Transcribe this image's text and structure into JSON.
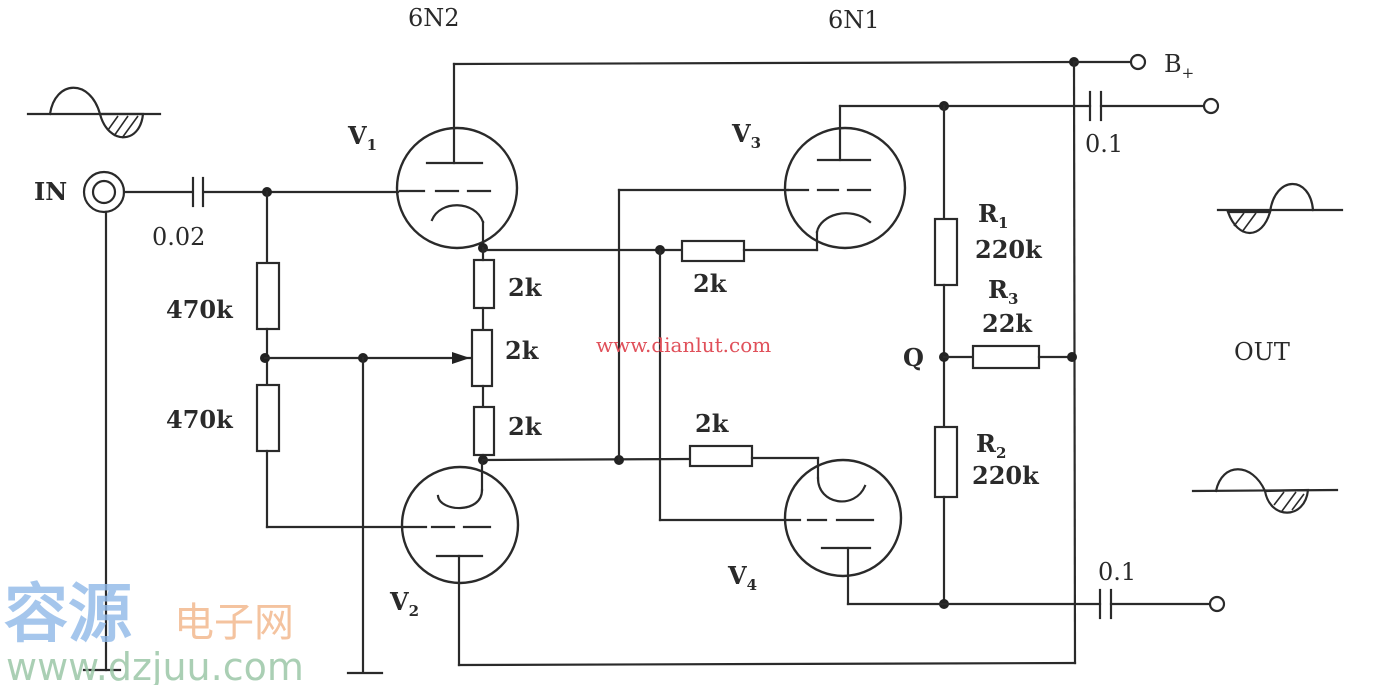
{
  "tubes": {
    "v1": {
      "name": "V",
      "sub": "1",
      "type": "6N2"
    },
    "v2": {
      "name": "V",
      "sub": "2"
    },
    "v3": {
      "name": "V",
      "sub": "3",
      "type": "6N1"
    },
    "v4": {
      "name": "V",
      "sub": "4"
    }
  },
  "labels": {
    "input": "IN",
    "output": "OUT",
    "supply": "B",
    "supply_sub": "+",
    "node_q": "Q"
  },
  "components": {
    "c_in": "0.02",
    "c_out_top": "0.1",
    "c_out_bottom": "0.1",
    "r_grid_top": "470k",
    "r_grid_bottom": "470k",
    "r_cath_top": "2k",
    "pot": "2k",
    "r_cath_bottom": "2k",
    "r_v3_cathode": "2k",
    "r_v4_cathode": "2k",
    "r1": {
      "name": "R",
      "sub": "1",
      "value": "220k"
    },
    "r2": {
      "name": "R",
      "sub": "2",
      "value": "220k"
    },
    "r3": {
      "name": "R",
      "sub": "3",
      "value": "22k"
    }
  },
  "watermarks": {
    "site_cn_main": "容源",
    "site_cn_sub": "电子网",
    "site_url": "www.dzjuu.com",
    "site_url2": "www.dianlut.com"
  },
  "colors": {
    "ink": "#2a2a2a",
    "watermark_blue": "#8fb8e8",
    "watermark_orange": "#f3b98f",
    "watermark_green": "#9cc7a8",
    "watermark_red": "#e0505a"
  }
}
